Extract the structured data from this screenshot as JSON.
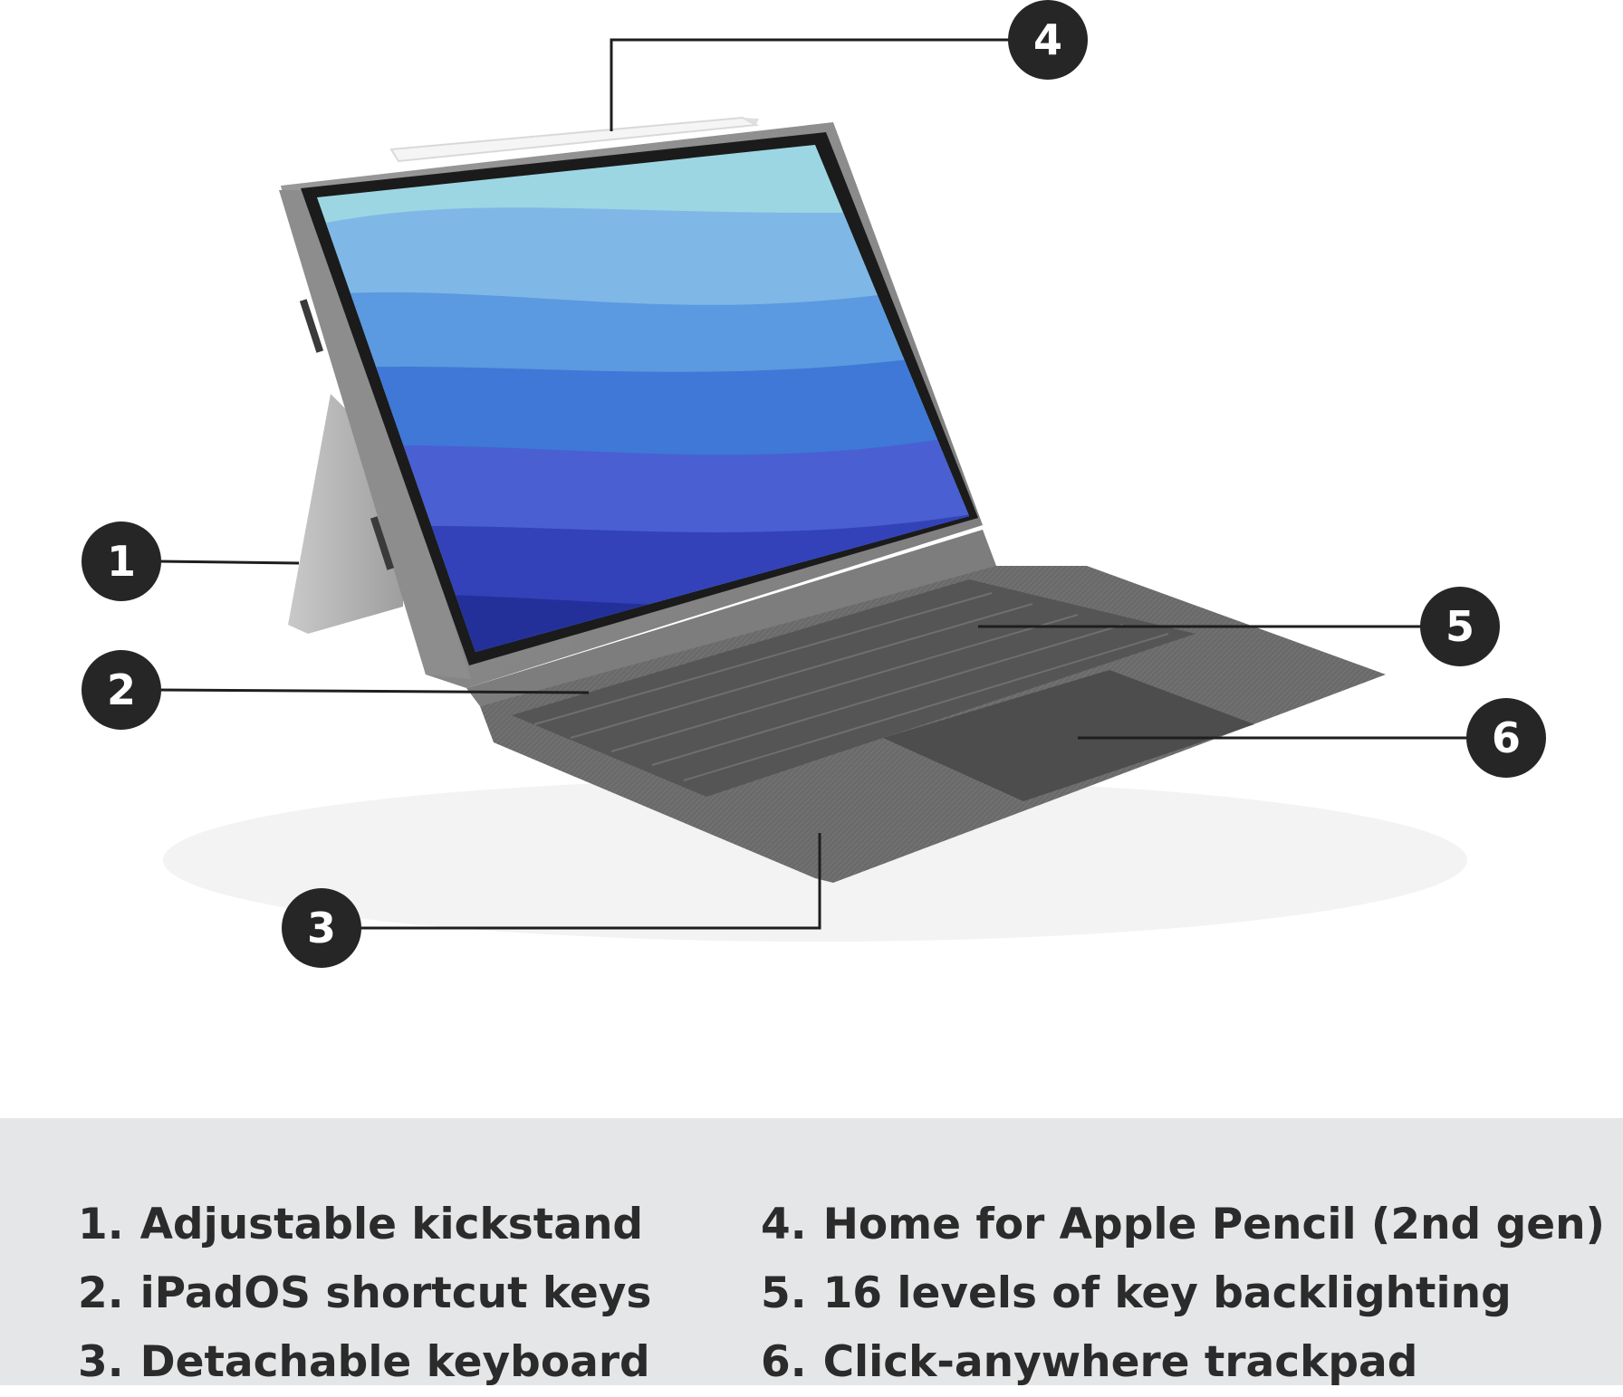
{
  "callouts": [
    {
      "number": "1"
    },
    {
      "number": "2"
    },
    {
      "number": "3"
    },
    {
      "number": "4"
    },
    {
      "number": "5"
    },
    {
      "number": "6"
    }
  ],
  "legend": [
    {
      "number": "1.",
      "text": "Adjustable kickstand"
    },
    {
      "number": "2.",
      "text": "iPadOS shortcut keys"
    },
    {
      "number": "3.",
      "text": "Detachable keyboard"
    },
    {
      "number": "4.",
      "text": "Home for Apple Pencil (2nd gen)"
    },
    {
      "number": "5.",
      "text": "16 levels of key backlighting"
    },
    {
      "number": "6.",
      "text": "Click-anywhere trackpad"
    }
  ],
  "colors": {
    "callout_fill": "#262626",
    "leader_line": "#1e1e1e",
    "panel_background": "#e5e6e7",
    "case_gray": "#8a8a8a",
    "keyboard_gray": "#6d6d6d",
    "screen_blue": "#3f78d6"
  }
}
